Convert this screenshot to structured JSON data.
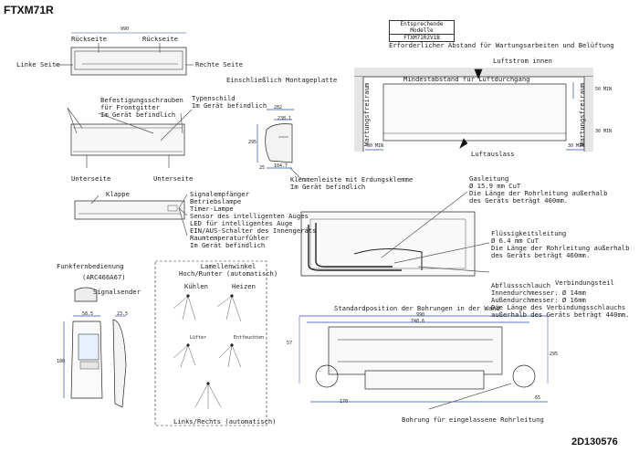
{
  "header": {
    "model": "FTXM71R",
    "doc_number": "2D130576"
  },
  "models_table": {
    "heading": "Entsprechende Modelle",
    "value": "FTXM71R2V1B"
  },
  "front_view": {
    "back_left": "Rückseite",
    "back_right": "Rückseite",
    "left_side": "Linke Seite",
    "right_side": "Rechte Seite",
    "screws": "Befestigungsschrauben\nfür Frontgitter\nIm Gerät befindlich",
    "nameplate": "Typenschild\nIm Gerät befindlich",
    "bottom_left": "Unterseite",
    "bottom_right": "Unterseite",
    "width_dim": "990"
  },
  "side_view": {
    "incl_plate": "Einschließlich Montageplatte",
    "terminal": "Klemmenleiste mit Erdungsklemme\nIm Gerät befindlich",
    "dims": [
      "282",
      "238.1",
      "295",
      "25",
      "104.7"
    ]
  },
  "display_panel": {
    "flap": "Klappe",
    "labels": [
      "Signalempfänger",
      "Betriebslampe",
      "Timer-Lampe",
      "Sensor des intelligenten Auges",
      "LED für intelligentes Auge",
      "EIN/AUS-Schalter des Innengeräts",
      "Raumtemperaturfühler",
      "Im Gerät befindlich"
    ]
  },
  "clearance": {
    "title": "Erforderlicher Abstand für Wartungsarbeiten und Belüftung",
    "airflow_in": "Luftstrom innen",
    "min_clearance": "Mindestabstand für Luftdurchgang",
    "service_space": "Wartungsfreiraum",
    "air_out": "Luftauslass",
    "dims": [
      "30 MIN",
      "50 MIN",
      "30 MIN",
      "30 MIN"
    ]
  },
  "piping": {
    "gas": "Gasleitung\nØ 15.9 mm CuT\nDie Länge der Rohrleitung außerhalb\ndes Geräts beträgt 400mm.",
    "liquid": "Flüssigkeitsleitung\nØ 6.4 mm CuT\nDie Länge der Rohrleitung außerhalb\ndes Geräts beträgt 460mm.",
    "drain": "Abflussschlauch\nInnendurchmesser: Ø 14mm\nAußendurchmesser: Ø 16mm\nDie Länge des Verbindungsschlauchs\naußerhalb des Geräts beträgt 440mm.",
    "connector": "Verbindungsteil"
  },
  "remote": {
    "title": "Funkfernbedienung",
    "model": "(ARC466A67)",
    "sender": "Signalsender",
    "dims": [
      "58.5",
      "23.5",
      "180"
    ]
  },
  "louver": {
    "title": "Lamellenwinkel\nHoch/Runter (automatisch)",
    "cool": "Kühlen",
    "heat": "Heizen",
    "fan": "Lüfter",
    "dry": "Entfeuchten",
    "lr": "Links/Rechts (automatisch)"
  },
  "mounting": {
    "std_position": "Standardposition der Bohrungen in der Wand",
    "embedded_hole": "Bohrung für eingelassene Rohrleitung",
    "dims": [
      "990",
      "748.6",
      "57",
      "295",
      "170",
      "65"
    ]
  }
}
